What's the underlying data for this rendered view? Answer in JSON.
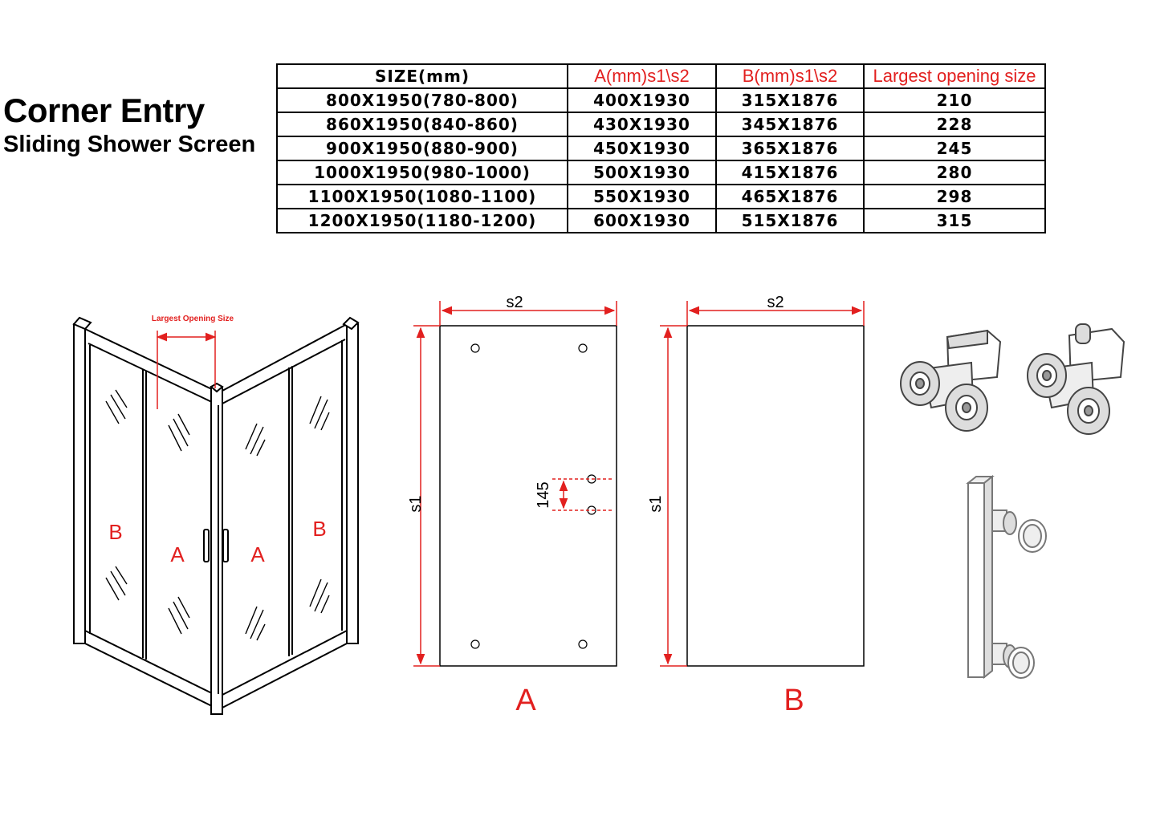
{
  "title": "Corner Entry",
  "subtitle": "Sliding Shower Screen",
  "table": {
    "headers": [
      "SIZE(mm)",
      "A(mm)s1\\s2",
      "B(mm)s1\\s2",
      "Largest opening size"
    ],
    "rows": [
      [
        "800X1950(780-800)",
        "400X1930",
        "315X1876",
        "210"
      ],
      [
        "860X1950(840-860)",
        "430X1930",
        "345X1876",
        "228"
      ],
      [
        "900X1950(880-900)",
        "450X1930",
        "365X1876",
        "245"
      ],
      [
        "1000X1950(980-1000)",
        "500X1930",
        "415X1876",
        "280"
      ],
      [
        "1100X1950(1080-1100)",
        "550X1930",
        "465X1876",
        "298"
      ],
      [
        "1200X1950(1180-1200)",
        "600X1930",
        "515X1876",
        "315"
      ]
    ]
  },
  "diagram": {
    "opening_label": "Largest Opening Size",
    "panel_b_left": "B",
    "panel_a_left": "A",
    "panel_a_right": "A",
    "panel_b_right": "B"
  },
  "panel_a": {
    "width_label": "s2",
    "height_label": "s1",
    "hole_spacing": "145",
    "caption": "A"
  },
  "panel_b": {
    "width_label": "s2",
    "height_label": "s1",
    "caption": "B"
  },
  "colors": {
    "accent_red": "#e2201f",
    "line": "#000000",
    "hardware": "#777777"
  }
}
